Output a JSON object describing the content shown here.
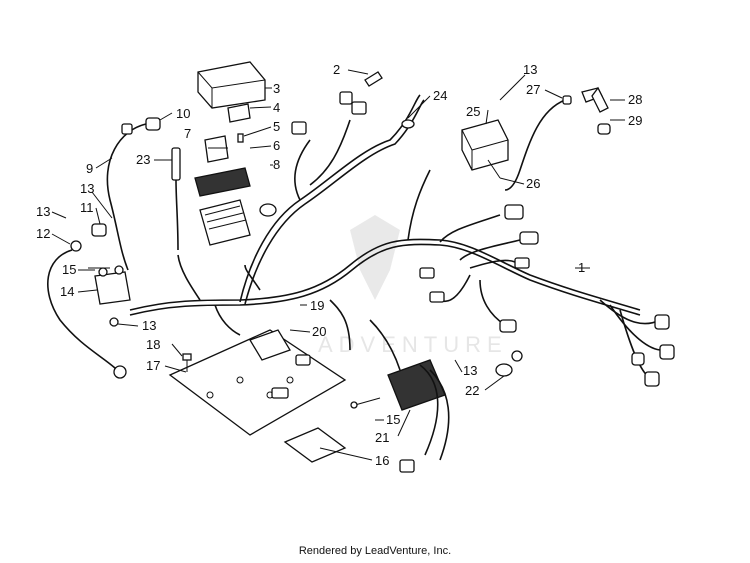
{
  "footer": "Rendered by LeadVenture, Inc.",
  "watermark": "ADVENTURE",
  "callouts": [
    "1",
    "2",
    "3",
    "4",
    "5",
    "6",
    "7",
    "8",
    "9",
    "10",
    "11",
    "12",
    "13",
    "13",
    "13",
    "13",
    "13",
    "14",
    "15",
    "15",
    "16",
    "17",
    "18",
    "19",
    "20",
    "21",
    "22",
    "23",
    "24",
    "25",
    "26",
    "27",
    "28",
    "29"
  ]
}
